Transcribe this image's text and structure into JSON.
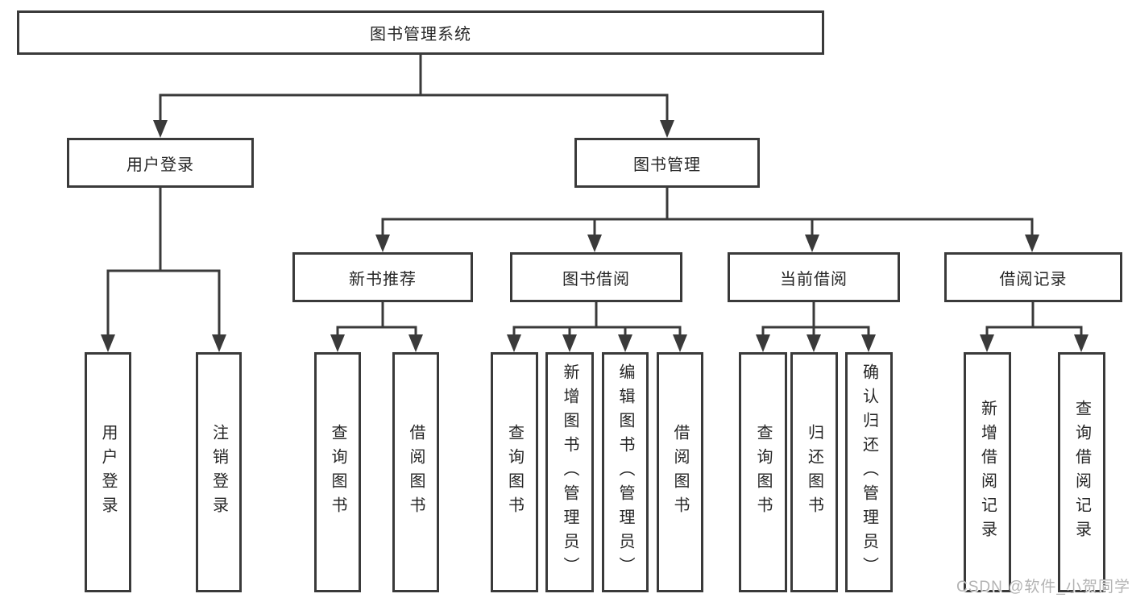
{
  "diagram": {
    "type": "hierarchy-tree",
    "colors": {
      "line": "#3a3a3a",
      "box_border": "#3a3a3a",
      "box_fill": "#ffffff",
      "text": "#262626",
      "watermark": "#b3b3b3",
      "background": "#ffffff"
    },
    "watermark": "CSDN @软件_小贺同学",
    "nodes": {
      "root": "图书管理系统",
      "user_login": "用户登录",
      "book_mgmt": "图书管理",
      "new_book": "新书推荐",
      "book_borrow": "图书借阅",
      "current_borrow": "当前借阅",
      "borrow_record": "借阅记录",
      "leaf_user_login": "用户登录",
      "leaf_logout": "注销登录",
      "leaf_query_book_1": "查询图书",
      "leaf_borrow_book_1": "借阅图书",
      "leaf_query_book_2": "查询图书",
      "leaf_add_book": "新增图书（管理员）",
      "leaf_edit_book": "编辑图书（管理员）",
      "leaf_borrow_book_2": "借阅图书",
      "leaf_query_book_3": "查询图书",
      "leaf_return_book": "归还图书",
      "leaf_confirm_return": "确认归还（管理员）",
      "leaf_add_record": "新增借阅记录",
      "leaf_query_record": "查询借阅记录"
    },
    "edges": [
      {
        "from": "root",
        "to": [
          "user_login",
          "book_mgmt"
        ]
      },
      {
        "from": "user_login",
        "to": [
          "leaf_user_login",
          "leaf_logout"
        ]
      },
      {
        "from": "book_mgmt",
        "to": [
          "new_book",
          "book_borrow",
          "current_borrow",
          "borrow_record"
        ]
      },
      {
        "from": "new_book",
        "to": [
          "leaf_query_book_1",
          "leaf_borrow_book_1"
        ]
      },
      {
        "from": "book_borrow",
        "to": [
          "leaf_query_book_2",
          "leaf_add_book",
          "leaf_edit_book",
          "leaf_borrow_book_2"
        ]
      },
      {
        "from": "current_borrow",
        "to": [
          "leaf_query_book_3",
          "leaf_return_book",
          "leaf_confirm_return"
        ]
      },
      {
        "from": "borrow_record",
        "to": [
          "leaf_add_record",
          "leaf_query_record"
        ]
      }
    ]
  }
}
